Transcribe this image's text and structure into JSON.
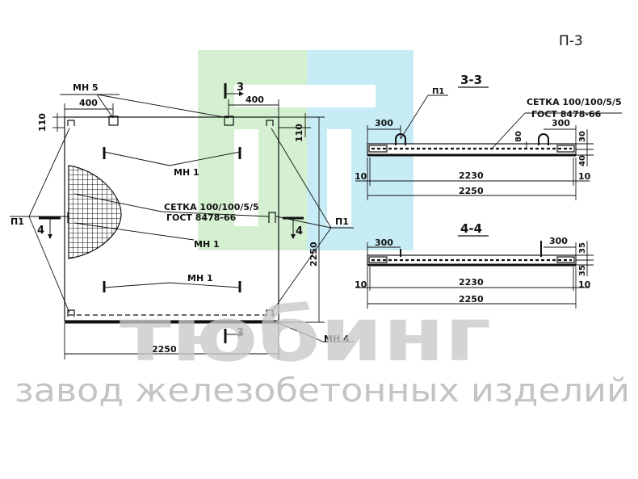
{
  "sheet_code": "П-3",
  "plan": {
    "dim_width": "2250",
    "dim_height": "2250",
    "dim_400_left": "400",
    "dim_400_right": "400",
    "dim_110_left": "110",
    "dim_110_right": "110",
    "mesh_label_1": "СЕТКА 100/100/5/5",
    "mesh_label_2": "ГОСТ 8478-66",
    "mn5": "МН 5",
    "mn1_top": "МН 1",
    "mn1_mid": "МН 1",
    "mn1_bottom": "МН 1",
    "mn4": "МН 4",
    "p1_left": "П1",
    "p1_right": "П1",
    "section3_top": "3",
    "section3_bottom": "3",
    "section4_left": "4",
    "section4_right": "4"
  },
  "section_3_3": {
    "title": "3-3",
    "p1": "П1",
    "mesh_label_1": "СЕТКА 100/100/5/5",
    "mesh_label_2": "ГОСТ 8478-66",
    "dim_300_left": "300",
    "dim_300_right": "300",
    "dim_80": "80",
    "dim_30": "30",
    "dim_40": "40",
    "dim_10_left": "10",
    "dim_10_right": "10",
    "dim_2230": "2230",
    "dim_2250": "2250"
  },
  "section_4_4": {
    "title": "4-4",
    "dim_300_left": "300",
    "dim_300_right": "300",
    "dim_35_top": "35",
    "dim_35_bottom": "35",
    "dim_10_left": "10",
    "dim_10_right": "10",
    "dim_2230": "2230",
    "dim_2250": "2250"
  },
  "watermark": {
    "brand": "тюбинг",
    "slogan": "завод железобетонных изделий"
  },
  "colors": {
    "logo_green": "#d4f0d0",
    "logo_blue": "#c8ecf6",
    "watermark_gray": "#c8c8c8"
  }
}
